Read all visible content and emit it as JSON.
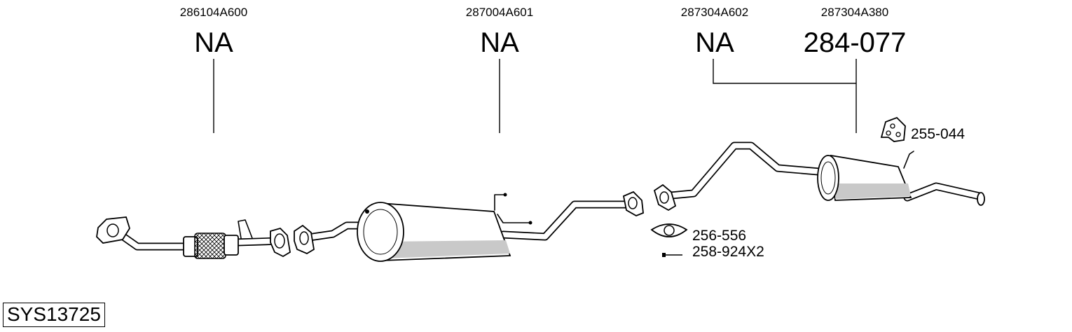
{
  "parts": [
    {
      "oem": "286104A600",
      "ref": "NA"
    },
    {
      "oem": "287004A601",
      "ref": "NA"
    },
    {
      "oem": "287304A602",
      "ref": "NA"
    },
    {
      "oem": "287304A380",
      "ref": "284-077"
    }
  ],
  "accessories": [
    {
      "label": "255-044",
      "icon": "rubber-hanger-icon"
    },
    {
      "label": "256-556",
      "icon": "gasket-icon"
    },
    {
      "label": "258-924X2",
      "icon": "bolt-icon"
    }
  ],
  "system_code": "SYS13725"
}
